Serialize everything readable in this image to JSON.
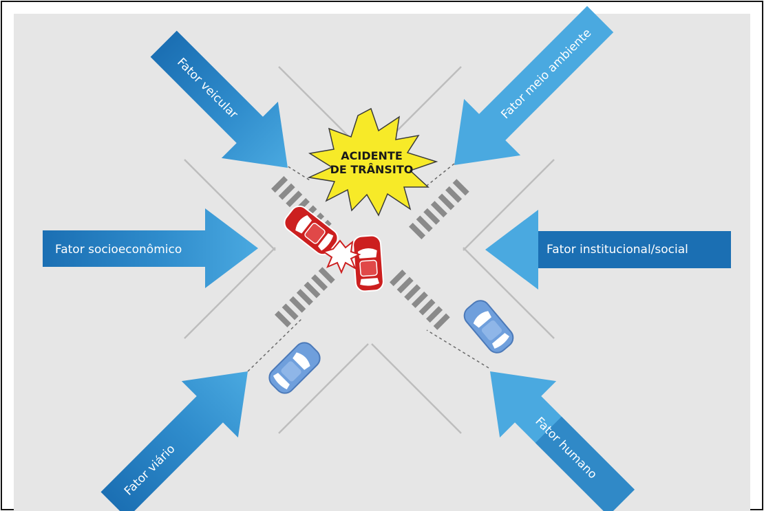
{
  "diagram": {
    "center_label_line1": "ACIDENTE",
    "center_label_line2": "DE TRÂNSITO",
    "factors": {
      "veicular": "Fator veicular",
      "meio_ambiente": "Fator meio ambiente",
      "socioeconomico": "Fator socioeconômico",
      "institucional": "Fator institucional/social",
      "viario": "Fator viário",
      "humano": "Fator humano"
    },
    "colors": {
      "background": "#e6e6e6",
      "arrow_light": "#4aa9e0",
      "arrow_dark": "#1b6fb3",
      "crash_car": "#cc1f1f",
      "blue_car": "#6f9fdc",
      "burst": "#f7ea28",
      "road_line": "#bdbdbd",
      "crosswalk": "#8a8a8a"
    }
  }
}
